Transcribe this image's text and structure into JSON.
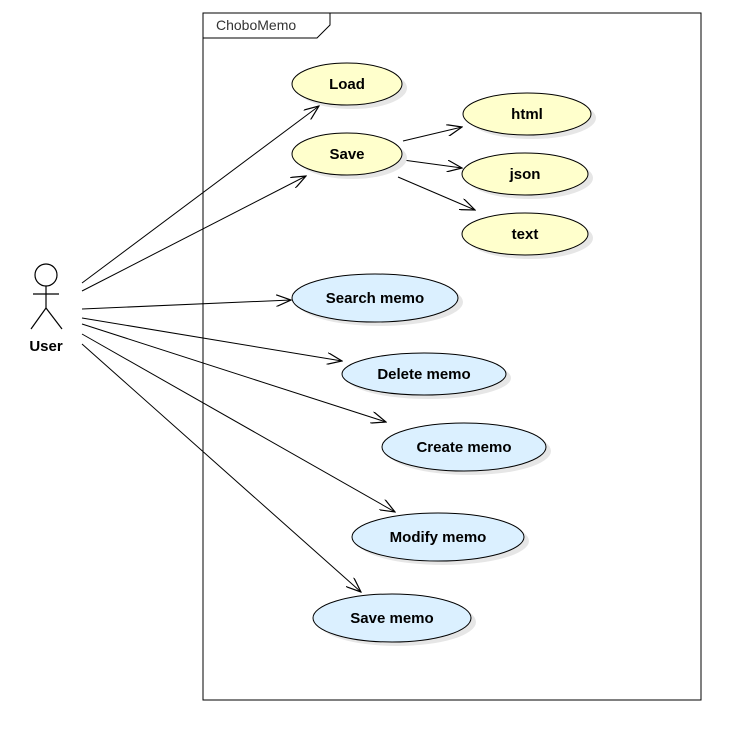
{
  "system": {
    "title": "ChoboMemo"
  },
  "actor": {
    "label": "User"
  },
  "colors": {
    "yellow_fill": "#ffffcc",
    "blue_fill": "#dbf0ff",
    "stroke": "#000000",
    "shadow": "#e6e6e6"
  },
  "use_cases": {
    "load": "Load",
    "save": "Save",
    "html": "html",
    "json": "json",
    "text": "text",
    "search_memo": "Search memo",
    "delete_memo": "Delete memo",
    "create_memo": "Create memo",
    "modify_memo": "Modify memo",
    "save_memo": "Save memo"
  }
}
